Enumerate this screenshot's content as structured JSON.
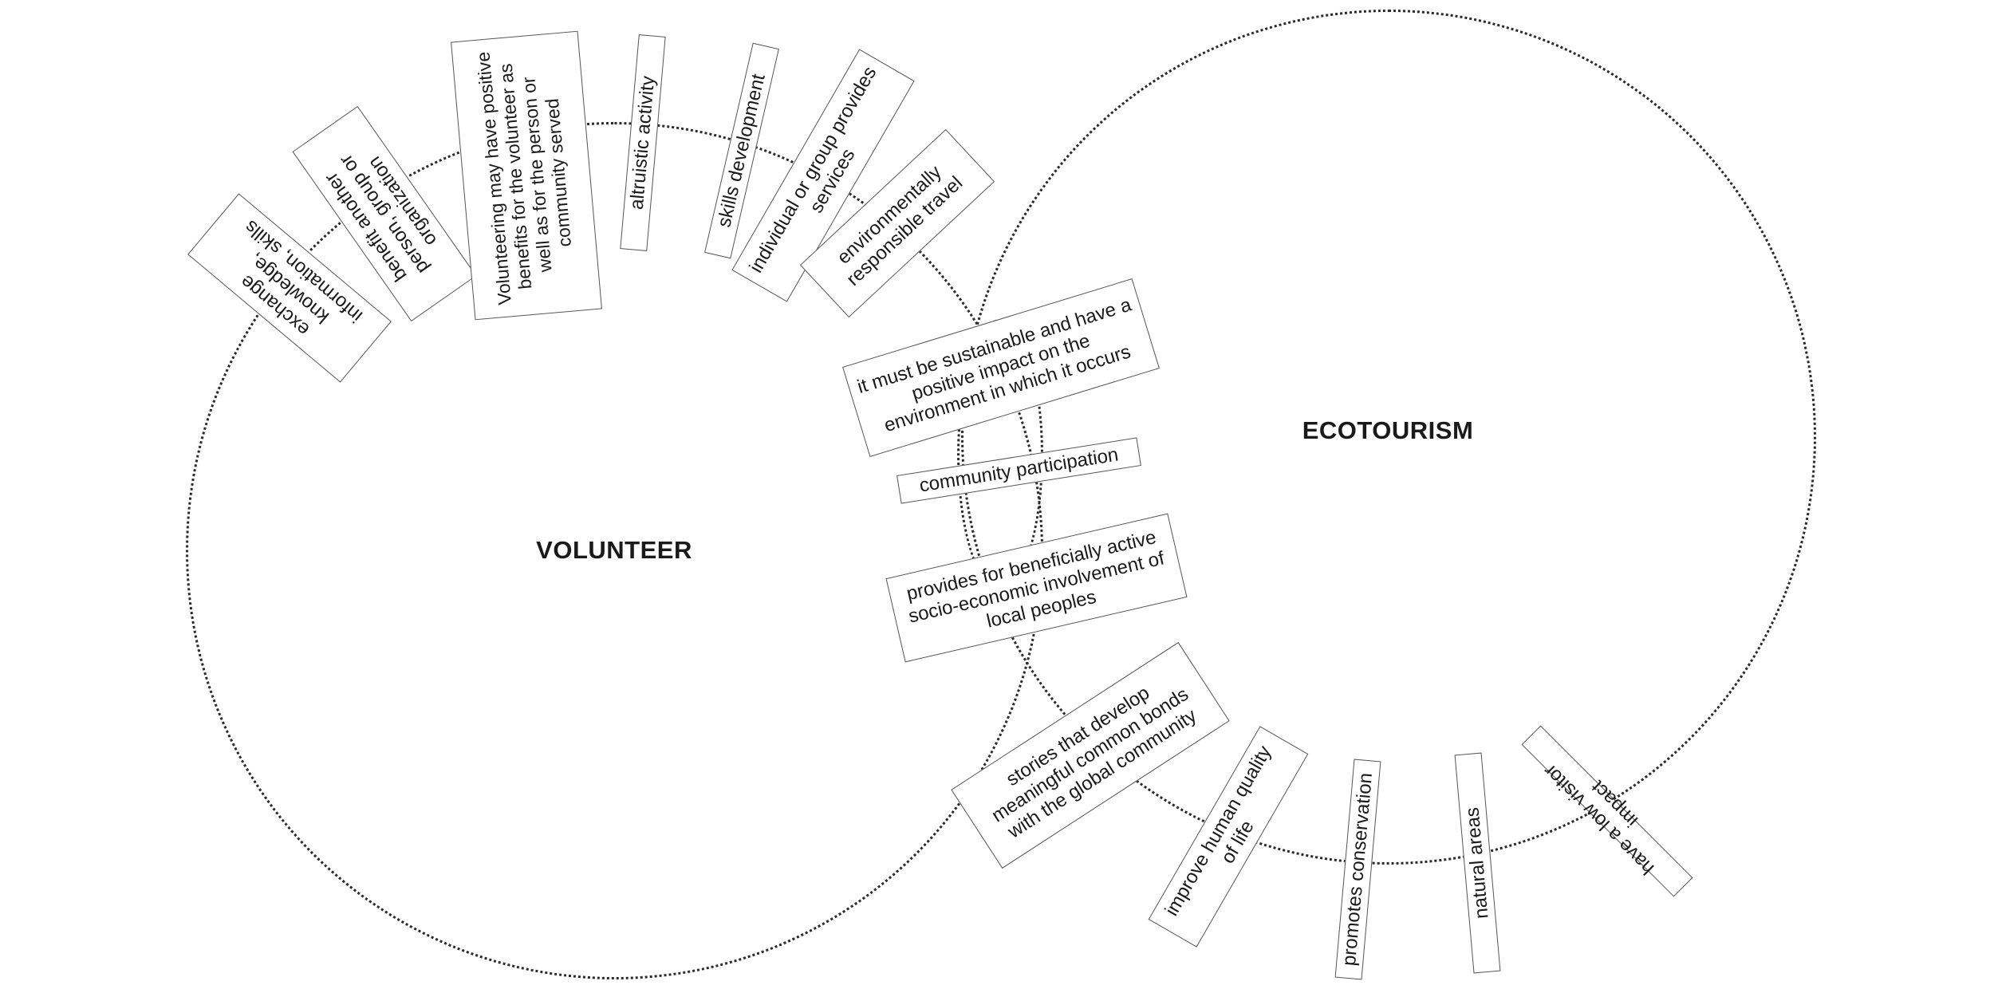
{
  "diagram": {
    "volunteer_title": "VOLUNTEER",
    "ecotourism_title": "ECOTOURISM",
    "volunteer_labels": {
      "exchange": "exchange knowledge, information, skills",
      "benefit": "benefit another person, group or organization",
      "positive": "Volunteering may have positive benefits for the volunteer as well as for the person or community served",
      "altruistic": "altruistic activity",
      "skills": "skills development",
      "services": "individual or group provides services",
      "environmental": "environmentally responsible travel"
    },
    "shared_labels": {
      "sustainable": "it must be sustainable and have a positive impact on the environment in which it occurs",
      "community": "community participation",
      "socioeconomic": "provides for beneficially active socio-economic involvement of local peoples",
      "stories": "stories that develop meaningful common bonds with the global community"
    },
    "ecotourism_labels": {
      "quality": "improve human quality of life",
      "conservation": "promotes conservation",
      "natural": "natural areas",
      "impact": "have a low visitor impact"
    }
  }
}
